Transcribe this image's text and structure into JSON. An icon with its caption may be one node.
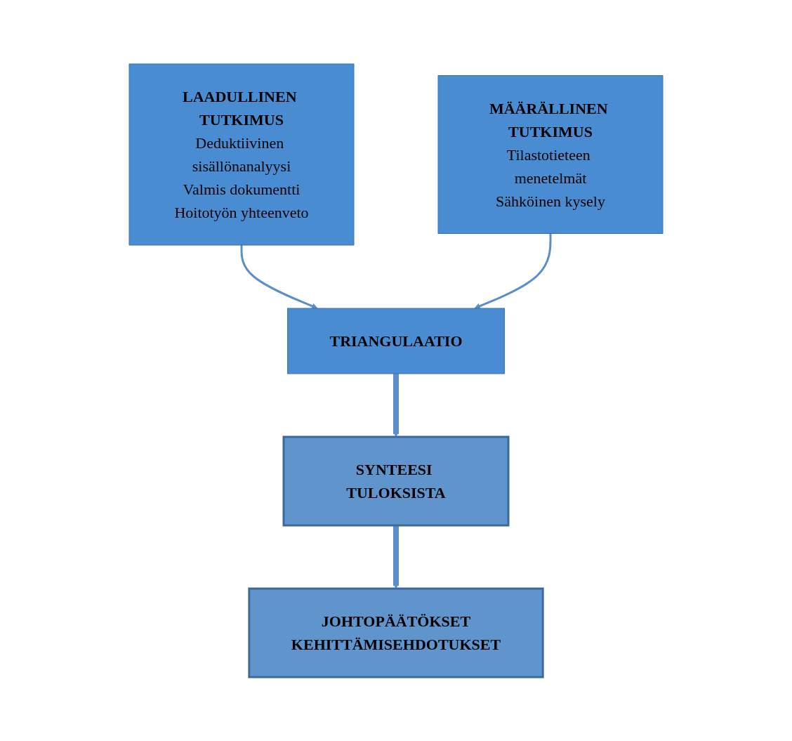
{
  "diagram": {
    "nodes": [
      {
        "text": [
          "LAADULLINEN TUTKIMUS",
          "Deduktiivinen sisällönanalyysi",
          "Valmis dokumentti",
          "Hoitotyön yhteenveto"
        ]
      },
      {
        "text": [
          "MÄÄRÄLLINEN TUTKIMUS",
          "Tilastotieteen menetelmät",
          "Sähköinen kysely"
        ]
      },
      {
        "text": [
          "TRIANGULAATIO"
        ]
      },
      {
        "text": [
          "SYNTEESI TULOKSISTA"
        ]
      },
      {
        "text": [
          "JOHTOPÄÄTÖKSET",
          "KEHITTÄMISEHDOTUKSET"
        ]
      }
    ],
    "edges": [
      {
        "from": 0,
        "to": 2,
        "arrow": "to"
      },
      {
        "from": 1,
        "to": 2,
        "arrow": "to"
      },
      {
        "from": 2,
        "to": 3,
        "arrow": "to",
        "style": "thick"
      },
      {
        "from": 3,
        "to": 4,
        "arrow": "to",
        "style": "thick"
      }
    ]
  }
}
